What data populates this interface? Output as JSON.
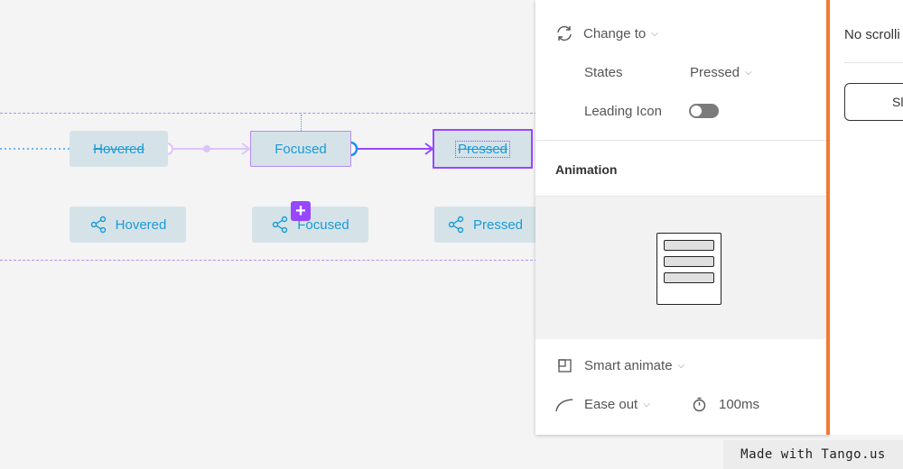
{
  "canvas": {
    "row1": [
      {
        "label": "Hovered"
      },
      {
        "label": "Focused"
      },
      {
        "label": "Pressed"
      }
    ],
    "row2": [
      {
        "label": "Hovered",
        "icon": "share-icon"
      },
      {
        "label": "Focused",
        "icon": "share-icon"
      },
      {
        "label": "Pressed",
        "icon": "share-icon"
      }
    ],
    "add_badge_label": "+"
  },
  "interaction_panel": {
    "action": {
      "icon": "swap-icon",
      "label": "Change to"
    },
    "states": {
      "label": "States",
      "value": "Pressed"
    },
    "leading_icon": {
      "label": "Leading Icon",
      "on": false
    },
    "animation": {
      "title": "Animation",
      "type": {
        "icon": "smart-animate-icon",
        "label": "Smart animate"
      },
      "easing": {
        "icon": "ease-curve-icon",
        "label": "Ease out"
      },
      "duration": {
        "icon": "timer-icon",
        "label": "100ms"
      }
    }
  },
  "right_panel": {
    "overflow_text": "No scrolli",
    "button_label": "Sl"
  },
  "colors": {
    "accent": "#9747ff",
    "guide": "#b48cf2",
    "variant_bg": "#d5e3e8",
    "variant_text": "#1a9ad6",
    "highlight_line": "#f37738"
  },
  "watermark": "Made with Tango.us"
}
